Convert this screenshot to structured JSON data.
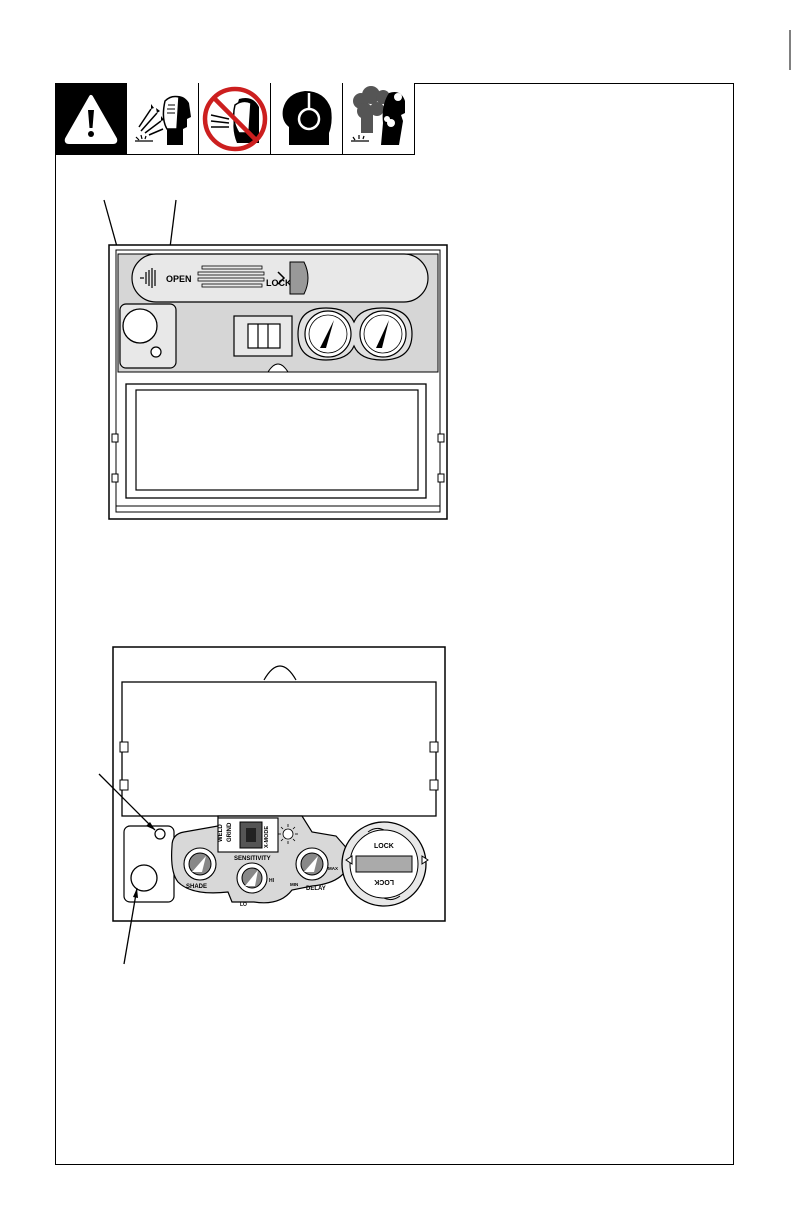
{
  "safety_icons": [
    {
      "icon": "warning-triangle-icon"
    },
    {
      "icon": "arc-rays-face-shield-icon"
    },
    {
      "icon": "no-unprotected-eyes-prohibition-icon"
    },
    {
      "icon": "hearing-protection-icon"
    },
    {
      "icon": "fumes-breathing-hazard-icon"
    }
  ],
  "figure_1": {
    "slider_left_label": "OPEN",
    "slider_right_label": "LOCK"
  },
  "figure_2": {
    "switch_top_label": "WELD",
    "switch_mid_label": "GRIND",
    "switch_side_label": "X-MODE",
    "shade_label": "SHADE",
    "sensitivity_label": "SENSITIVITY",
    "delay_label": "DELAY",
    "lo_label": "LO",
    "hi_label": "HI",
    "min_label": "MIN",
    "max_label": "MAX",
    "lock_top_label": "LOCK",
    "lock_bottom_label": "LOCK"
  }
}
